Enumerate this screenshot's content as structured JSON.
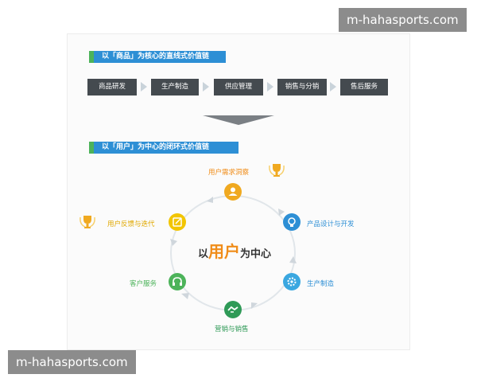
{
  "section1": {
    "title": "以「商品」为核心的直线式价值链",
    "chain": [
      "商品研发",
      "生产制造",
      "供应管理",
      "销售与分销",
      "售后服务"
    ]
  },
  "section2": {
    "title": "以「用户」为中心的闭环式价值链",
    "center": {
      "prefix": "以",
      "highlight": "用户",
      "suffix": "为中心"
    },
    "nodes": [
      {
        "label": "用户需求洞察",
        "color": "#f0a920",
        "icon": "user-icon"
      },
      {
        "label": "产品设计与开发",
        "color": "#2d8fd5",
        "icon": "bulb-icon"
      },
      {
        "label": "生产制造",
        "color": "#3aa7e0",
        "icon": "gear-icon"
      },
      {
        "label": "营销与销售",
        "color": "#2f9a57",
        "icon": "handshake-icon"
      },
      {
        "label": "客户服务",
        "color": "#4cb35a",
        "icon": "headset-icon"
      },
      {
        "label": "用户反馈与迭代",
        "color": "#f2c500",
        "icon": "feedback-icon"
      }
    ]
  },
  "watermarks": [
    "m-hahasports.com",
    "m-hahasports.com"
  ]
}
